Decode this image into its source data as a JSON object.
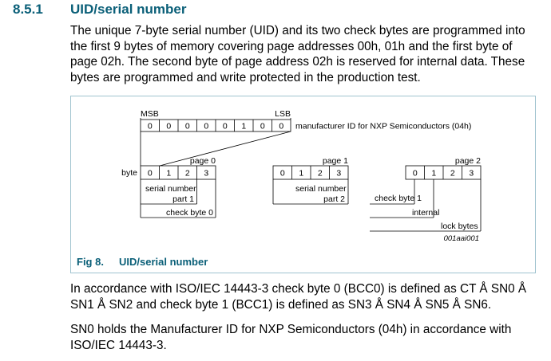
{
  "section": {
    "number": "8.5.1",
    "title": "UID/serial number",
    "intro": "The unique 7-byte serial number (UID) and its two check bytes are programmed into the first 9 bytes of memory covering page addresses 00h, 01h and the first byte of page 02h. The second byte of page address 02h is reserved for internal data. These bytes are programmed and write protected in the production test."
  },
  "figure": {
    "number": "Fig 8.",
    "caption": "UID/serial number",
    "msb_label": "MSB",
    "lsb_label": "LSB",
    "id_bits": [
      "0",
      "0",
      "0",
      "0",
      "0",
      "1",
      "0",
      "0"
    ],
    "manufacturer_label": "manufacturer ID for NXP Semiconductors (04h)",
    "byte_label": "byte",
    "pages": [
      {
        "label": "page 0",
        "cells": [
          "0",
          "1",
          "2",
          "3"
        ]
      },
      {
        "label": "page 1",
        "cells": [
          "0",
          "1",
          "2",
          "3"
        ]
      },
      {
        "label": "page 2",
        "cells": [
          "0",
          "1",
          "2",
          "3"
        ]
      }
    ],
    "annotations": {
      "serial_part1_line1": "serial number",
      "serial_part1_line2": "part 1",
      "check_byte_0": "check byte 0",
      "serial_part2_line1": "serial number",
      "serial_part2_line2": "part 2",
      "check_byte_1": "check byte 1",
      "internal": "internal",
      "lock_bytes": "lock bytes"
    },
    "reference_code": "001aai001"
  },
  "paragraphs": {
    "bcc": "In accordance with ISO/IEC 14443-3 check byte 0 (BCC0) is defined as CT Å SN0 Å SN1 Å SN2 and check byte 1 (BCC1) is defined as SN3 Å SN4 Å SN5 Å SN6.",
    "sn0": "SN0 holds the Manufacturer ID for NXP Semiconductors (04h) in accordance with ISO/IEC 14443-3."
  }
}
